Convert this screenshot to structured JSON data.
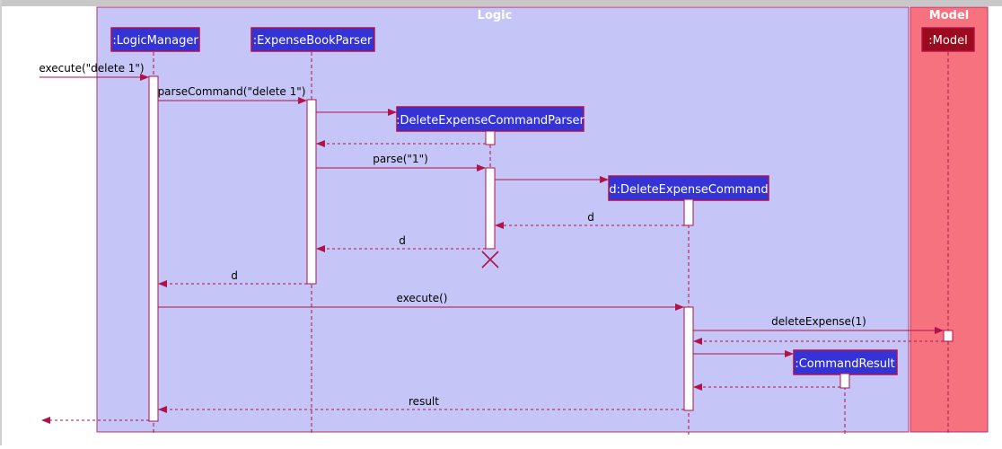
{
  "frames": {
    "logic": "Logic",
    "model": "Model"
  },
  "participants": {
    "logic_manager": ":LogicManager",
    "expense_book_parser": ":ExpenseBookParser",
    "delete_command_parser": ":DeleteExpenseCommandParser",
    "delete_command": "d:DeleteExpenseCommand",
    "model": ":Model",
    "command_result": ":CommandResult"
  },
  "messages": {
    "execute_delete": "execute(\"delete 1\")",
    "parse_command": "parseCommand(\"delete 1\")",
    "parse_1": "parse(\"1\")",
    "return_d_to_parser": "d",
    "return_d_to_book_parser": "d",
    "return_d_to_manager": "d",
    "execute": "execute()",
    "delete_expense": "deleteExpense(1)",
    "result": "result"
  },
  "colors": {
    "logic_frame": "#c5c5f8",
    "model_frame": "#f7727f",
    "participant_fill": "#3434d6",
    "model_participant_fill": "#9c0a1e",
    "line": "#b0124a"
  }
}
